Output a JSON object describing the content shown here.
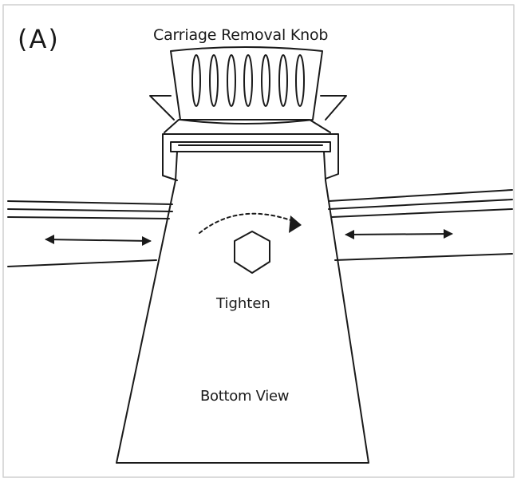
{
  "panel_label": "(A)",
  "labels": {
    "knob": "Carriage Removal Knob",
    "tighten": "Tighten",
    "bottom_view": "Bottom View"
  },
  "colors": {
    "line": "#1a1a1a",
    "background": "#ffffff",
    "frame": "#cfcfcf"
  }
}
